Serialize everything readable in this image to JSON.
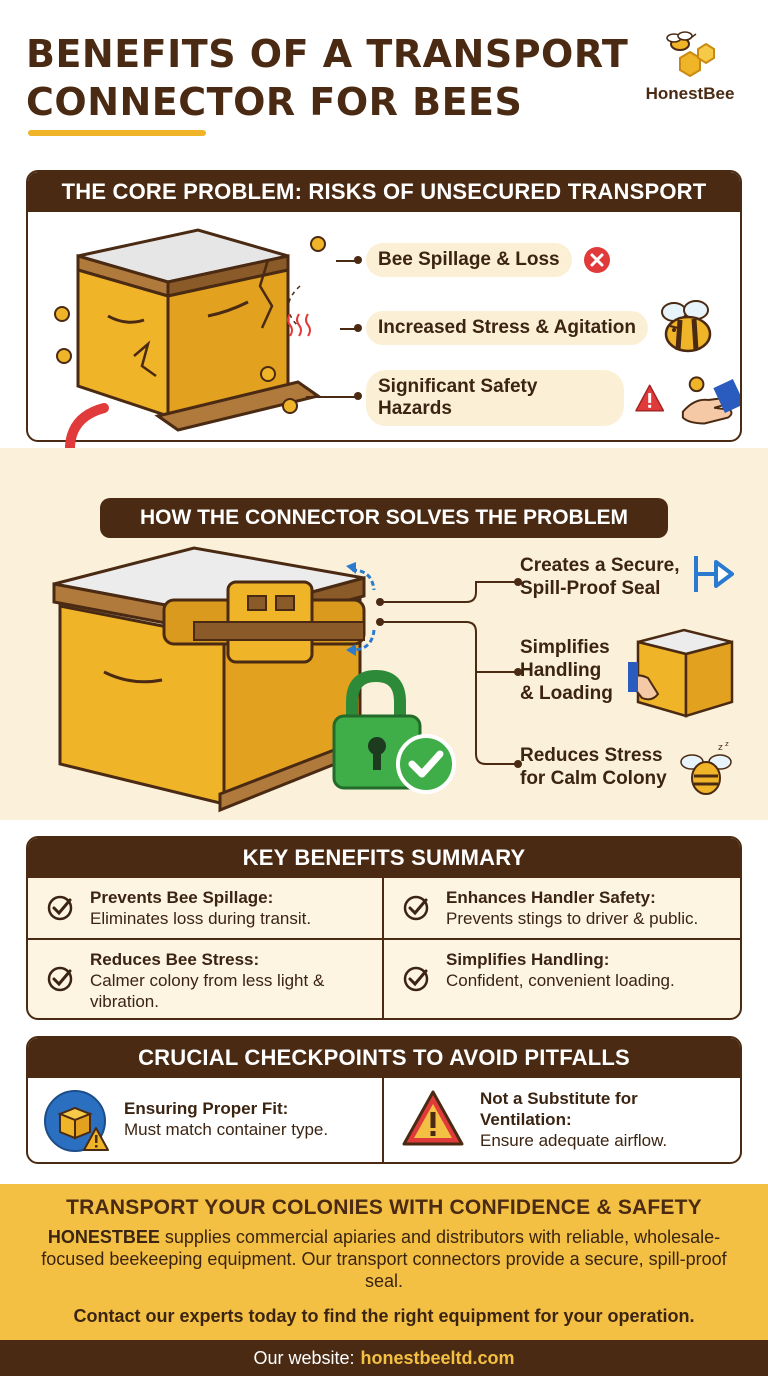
{
  "header": {
    "title_line1": "BENEFITS OF A TRANSPORT",
    "title_line2": "CONNECTOR FOR BEES",
    "brand": "HonestBee"
  },
  "problem": {
    "heading": "THE CORE PROBLEM: RISKS OF UNSECURED TRANSPORT",
    "risks": [
      "Bee Spillage & Loss",
      "Increased Stress & Agitation",
      "Significant Safety Hazards"
    ]
  },
  "solution": {
    "heading": "HOW THE CONNECTOR SOLVES THE PROBLEM",
    "items": [
      [
        "Creates a Secure,",
        "Spill-Proof Seal"
      ],
      [
        "Simplifies",
        "Handling",
        "& Loading"
      ],
      [
        "Reduces Stress",
        "for Calm Colony"
      ]
    ]
  },
  "summary": {
    "heading": "KEY BENEFITS SUMMARY",
    "items": [
      {
        "title": "Prevents Bee Spillage:",
        "desc": "Eliminates loss during transit."
      },
      {
        "title": "Enhances Handler Safety:",
        "desc": "Prevents stings to driver & public."
      },
      {
        "title": "Reduces Bee Stress:",
        "desc": "Calmer colony from less light & vibration."
      },
      {
        "title": "Simplifies Handling:",
        "desc": "Confident, convenient loading."
      }
    ]
  },
  "checkpoints": {
    "heading": "CRUCIAL CHECKPOINTS TO AVOID PITFALLS",
    "items": [
      {
        "title": "Ensuring Proper Fit:",
        "desc": "Must match container type."
      },
      {
        "title": "Not a Substitute for Ventilation:",
        "desc": "Ensure adequate airflow."
      }
    ]
  },
  "cta": {
    "title": "TRANSPORT YOUR COLONIES WITH CONFIDENCE & SAFETY",
    "brand_bold": "HONESTBEE",
    "body": " supplies commercial apiaries and distributors with reliable, wholesale-focused beekeeping equipment. Our transport connectors provide a secure, spill-proof seal.",
    "contact": "Contact our experts today to find the right equipment for your operation."
  },
  "footer": {
    "label": "Our website:",
    "site": "honestbeeltd.com"
  },
  "colors": {
    "brown": "#4a2a12",
    "honey": "#f3c043",
    "cream": "#fbf0d9",
    "alert_red": "#e03a3a",
    "lock_green": "#3fae49"
  }
}
